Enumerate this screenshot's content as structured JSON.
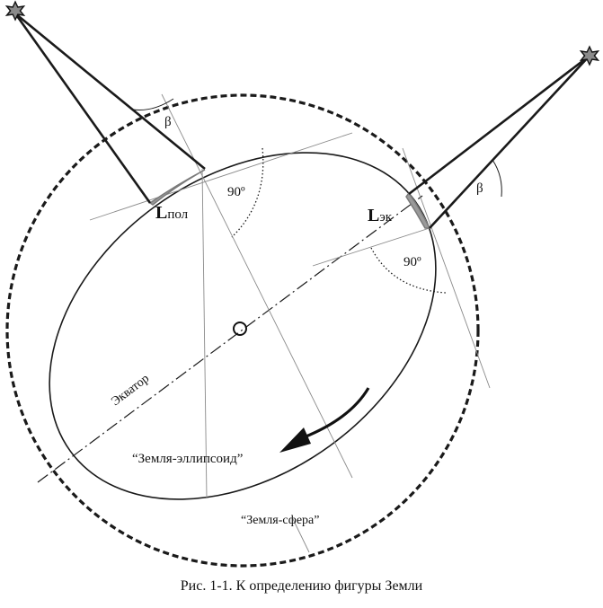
{
  "labels": {
    "l_pol_main": "L",
    "l_pol_sub": "пол",
    "l_ek_main": "L",
    "l_ek_sub": "эк",
    "beta_left": "β",
    "beta_right": "β",
    "angle_left": "90º",
    "angle_right": "90º",
    "equator": "Экватор",
    "ellipsoid": "“Земля-эллипсоид”",
    "sphere": "“Земля-сфера”"
  },
  "caption": "Рис. 1-1. К определению фигуры Земли"
}
